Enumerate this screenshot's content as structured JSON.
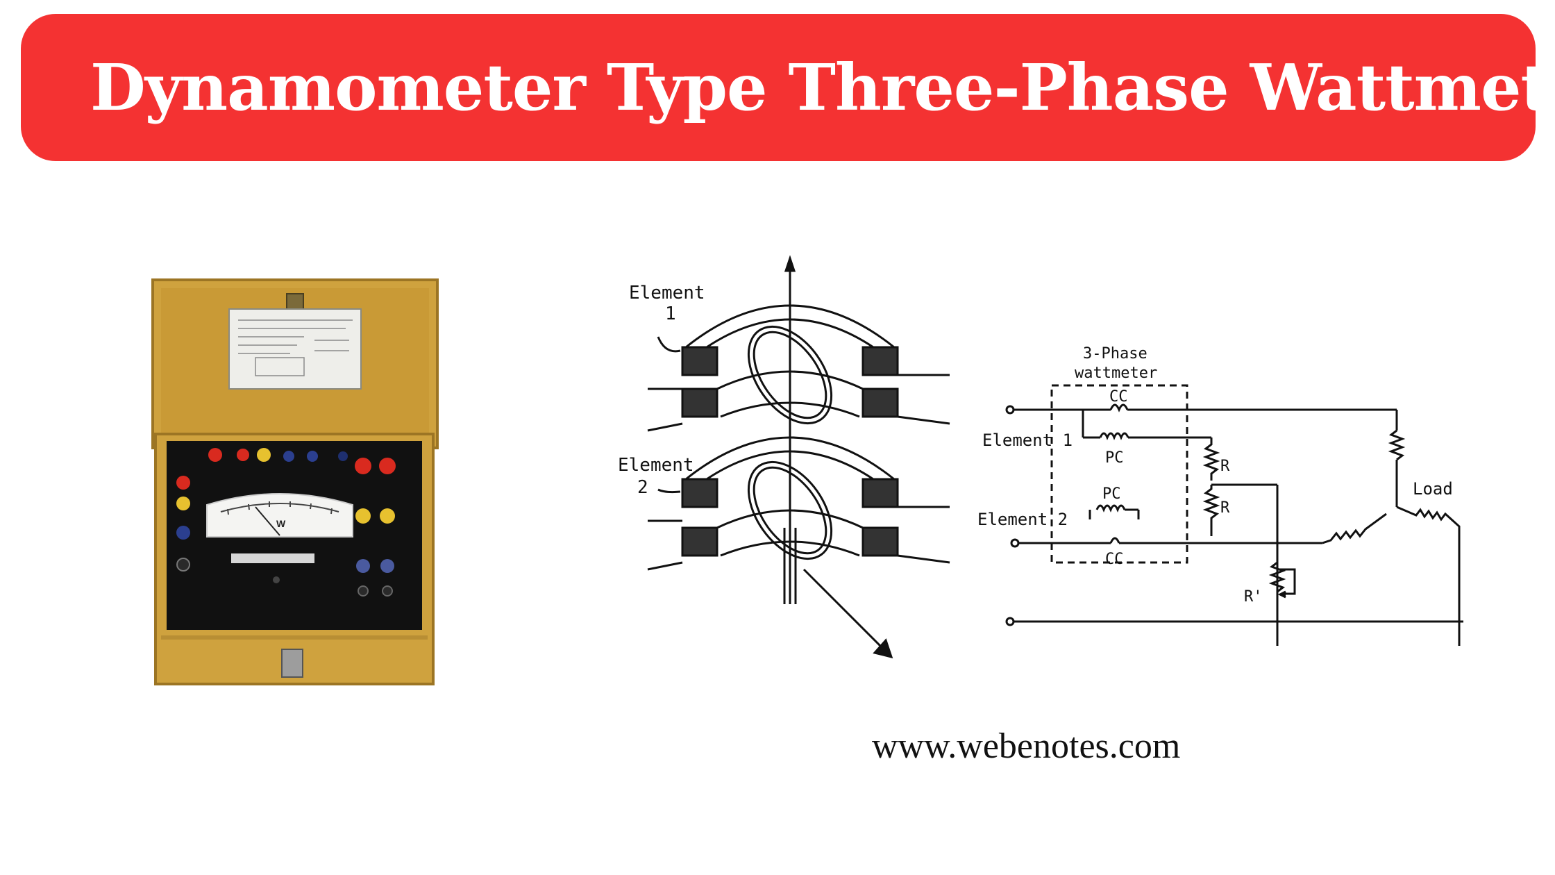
{
  "header": {
    "title": "Dynamometer Type Three-Phase Wattmeter",
    "banner_color": "#f43232",
    "title_color": "#ffffff"
  },
  "instrument_photo": {
    "case_color": "#cfa23e",
    "panel_color": "#111111",
    "meter_scale_label": "W"
  },
  "construction_diagram": {
    "element_1_label": "Element",
    "element_1_number": "1",
    "element_2_label": "Element",
    "element_2_number": "2"
  },
  "connection_diagram": {
    "meter_title_line1": "3-Phase",
    "meter_title_line2": "wattmeter",
    "element_1_label": "Element 1",
    "element_2_label": "Element 2",
    "cc_label": "CC",
    "pc_label": "PC",
    "resistor_label": "R",
    "rheostat_label": "R'",
    "load_label": "Load"
  },
  "footer": {
    "website": "www.webenotes.com"
  }
}
